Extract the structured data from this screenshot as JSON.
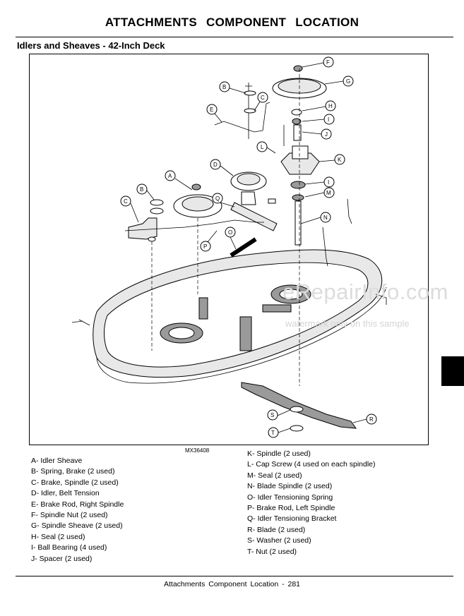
{
  "header": {
    "title": "ATTACHMENTS   COMPONENT LOCATION",
    "section": "Idlers and Sheaves - 42-Inch Deck"
  },
  "figure": {
    "id": "MX36408",
    "callouts": [
      "A",
      "B",
      "C",
      "D",
      "E",
      "F",
      "G",
      "H",
      "I",
      "J",
      "K",
      "L",
      "M",
      "N",
      "O",
      "P",
      "Q",
      "R",
      "S",
      "T"
    ]
  },
  "legend": {
    "left": [
      "A- Idler Sheave",
      "B- Spring, Brake (2 used)",
      "C- Brake, Spindle (2 used)",
      "D- Idler, Belt Tension",
      "E- Brake Rod, Right Spindle",
      "F- Spindle Nut (2 used)",
      "G- Spindle Sheave (2 used)",
      "H- Seal (2 used)",
      "I- Ball Bearing (4 used)",
      "J- Spacer (2 used)"
    ],
    "right": [
      "K- Spindle (2 used)",
      "L- Cap Screw (4 used on each spindle)",
      "M- Seal (2 used)",
      "N- Blade Spindle (2 used)",
      "O- Idler Tensioning Spring",
      "P- Brake Rod, Left Spindle",
      "Q- Idler Tensioning Bracket",
      "R- Blade (2 used)",
      "S- Washer (2 used)",
      "T- Nut (2 used)"
    ]
  },
  "watermark": {
    "main": "eRepairInfo.com",
    "sub": "watermark only on this sample"
  },
  "footer": {
    "text": "Attachments   Component Location - 281"
  }
}
